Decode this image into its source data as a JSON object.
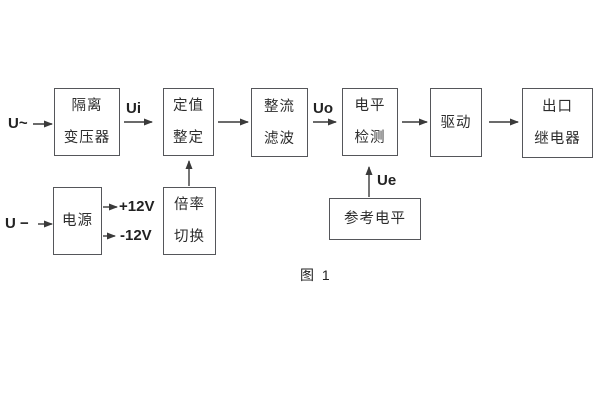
{
  "figure": {
    "caption": "图 1"
  },
  "blocks": {
    "isolation_transformer": {
      "line1": "隔离",
      "line2": "变压器"
    },
    "setting_adjust": {
      "line1": "定值",
      "line2": "整定"
    },
    "rectifier_filter": {
      "line1": "整流",
      "line2": "滤波"
    },
    "level_detect": {
      "line1": "电平",
      "line2": "检测"
    },
    "driver": {
      "label": "驱动"
    },
    "output_relay": {
      "line1": "出口",
      "line2": "继电器"
    },
    "power_supply": {
      "label": "电源"
    },
    "ratio_switch": {
      "line1": "倍率",
      "line2": "切换"
    },
    "reference_level": {
      "label": "参考电平"
    }
  },
  "signals": {
    "u_ac": "U~",
    "u_dc": "U −",
    "ui": "Ui",
    "uo": "Uo",
    "ue": "Ue",
    "plus12v": "+12V",
    "minus12v": "-12V"
  },
  "colors": {
    "border": "#55565a",
    "text": "#2d2d2d",
    "arrow": "#3a3a3a",
    "background": "#ffffff"
  }
}
